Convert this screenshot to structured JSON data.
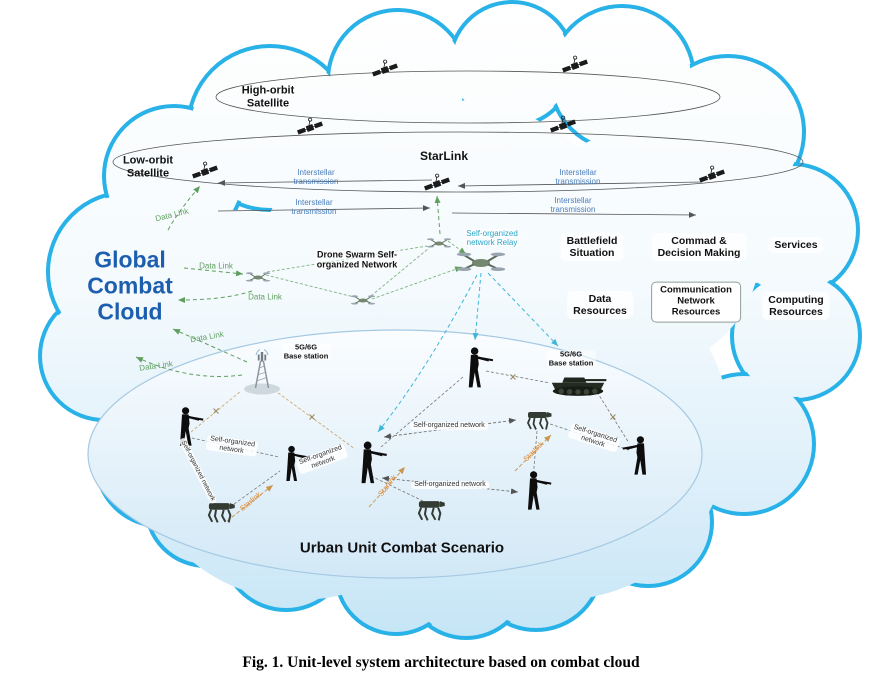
{
  "caption": "Fig. 1. Unit-level system architecture based on combat cloud",
  "space": {
    "high_orbit": "High-orbit\nSatellite",
    "low_orbit": "Low-orbit\nSatellite",
    "starlink": "StarLink",
    "interstellar": "Interstellar\ntransmission"
  },
  "cloud": {
    "global_combat_cloud": "Global\nCombat\nCloud",
    "data_link": "Data Link",
    "drone_swarm": "Drone Swarm Self-\norganized Network",
    "relay": "Self-organized\nnetwork Relay",
    "resources": {
      "battlefield": "Battlefield\nSituation",
      "command": "Commad &\nDecision Making",
      "services": "Services",
      "data": "Data\nResources",
      "network": "Communication\nNetwork\nResources",
      "computing": "Computing\nResources"
    }
  },
  "scenario": {
    "title": "Urban Unit Combat Scenario",
    "base_station": "5G/6G\nBase station",
    "self_organized": "Self-organized\nnetwork",
    "self_organized_inline": "Self-organized network",
    "starlink_link": "Starlink"
  },
  "icons": {
    "satellite": "satellite-icon",
    "drone": "drone-icon",
    "relay_drone": "relay-drone-icon",
    "soldier": "soldier-icon",
    "robot_dog": "robot-dog-icon",
    "base_station_tower": "base-station-tower-icon",
    "armored_vehicle": "armored-vehicle-icon"
  },
  "colors": {
    "cloud_border": "#29b2e8",
    "global_cloud_text": "#1d5fae",
    "data_link_green": "#5f9f5f",
    "interstellar_blue": "#4a7ebb",
    "relay_teal": "#2aa6c8",
    "starlink_orange": "#e0882f"
  }
}
